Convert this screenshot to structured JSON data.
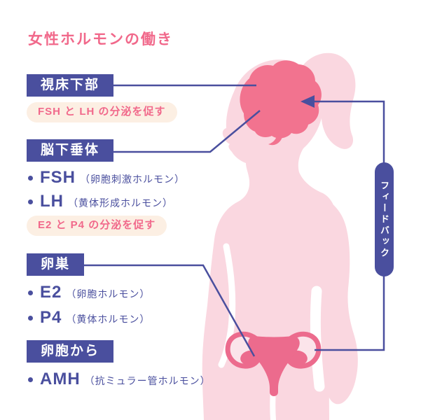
{
  "title": "女性ホルモンの働き",
  "colors": {
    "accent_pink": "#F1698B",
    "indigo": "#4A4F9E",
    "body_silhouette": "#FAD7E0",
    "organ_pink": "#F2738F",
    "uterus_pink": "#EC6B8D",
    "note_pill_bg": "#FCEFE3",
    "background": "#FFFFFF"
  },
  "sections": [
    {
      "label": "視床下部",
      "note": "FSH と LH の分泌を促す",
      "hormones": []
    },
    {
      "label": "脳下垂体",
      "note": "E2 と P4 の分泌を促す",
      "hormones": [
        {
          "abbr": "FSH",
          "desc": "（卵胞刺激ホルモン）"
        },
        {
          "abbr": "LH",
          "desc": "（黄体形成ホルモン）"
        }
      ]
    },
    {
      "label": "卵巣",
      "note": "",
      "hormones": [
        {
          "abbr": "E2",
          "desc": "（卵胞ホルモン）"
        },
        {
          "abbr": "P4",
          "desc": "（黄体ホルモン）"
        }
      ]
    },
    {
      "label": "卵胞から",
      "note": "",
      "hormones": [
        {
          "abbr": "AMH",
          "desc": "（抗ミュラー管ホルモン）"
        }
      ]
    }
  ],
  "feedback_label": "フィードバック",
  "illustration": {
    "figure": "female-body-silhouette",
    "organs": [
      "brain",
      "uterus-and-ovaries"
    ]
  }
}
